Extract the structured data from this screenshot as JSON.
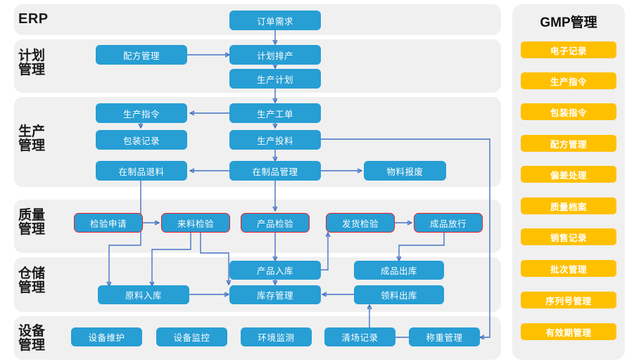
{
  "diagram": {
    "title_right": "GMP管理",
    "accent_blue": "#279ed4",
    "accent_orange": "#ffc000",
    "accent_red": "#ee1c25",
    "connector_color": "#4472c4",
    "panel_bg": "#f0f0f0"
  },
  "sections": [
    {
      "id": "erp",
      "label": "ERP"
    },
    {
      "id": "plan",
      "label": "计划\n管理"
    },
    {
      "id": "production",
      "label": "生产\n管理"
    },
    {
      "id": "quality",
      "label": "质量\n管理"
    },
    {
      "id": "warehouse",
      "label": "仓储\n管理"
    },
    {
      "id": "equipment",
      "label": "设备\n管理"
    }
  ],
  "nodes": {
    "order_demand": "订单需求",
    "recipe_mgmt": "配方管理",
    "plan_scheduling": "计划排产",
    "production_plan": "生产计划",
    "production_order": "生产指令",
    "work_order": "生产工单",
    "packaging_record": "包装记录",
    "material_feeding": "生产投料",
    "wip_return": "在制品退料",
    "wip_mgmt": "在制品管理",
    "material_scrap": "物料报废",
    "inspect_request": "检验申请",
    "incoming_inspect": "来料检验",
    "product_inspect": "产品检验",
    "shipping_inspect": "发货检验",
    "finished_release": "成品放行",
    "product_inbound": "产品入库",
    "finished_outbound": "成品出库",
    "material_inbound": "原料入库",
    "inventory_mgmt": "库存管理",
    "picking_outbound": "领料出库",
    "equip_maintain": "设备维护",
    "equip_monitor": "设备监控",
    "env_monitor": "环境监测",
    "clearance_record": "清场记录",
    "weighing_mgmt": "称重管理"
  },
  "gmp_items": [
    "电子记录",
    "生产指令",
    "包装指令",
    "配方管理",
    "偏差处理",
    "质量档案",
    "销售记录",
    "批次管理",
    "序列号管理",
    "有效期管理"
  ]
}
